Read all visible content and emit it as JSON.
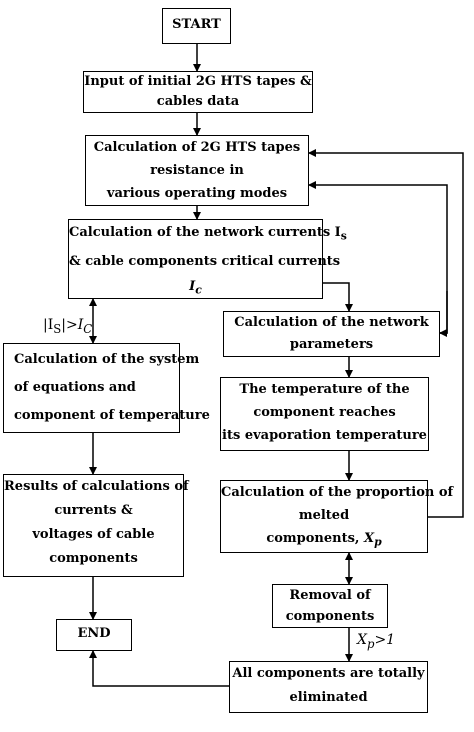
{
  "nodes": {
    "start": [
      "START"
    ],
    "input": [
      "Input of initial 2G HTS tapes &",
      "cables data"
    ],
    "resistance": [
      "Calculation of 2G HTS tapes",
      "resistance in",
      "various operating modes"
    ],
    "network_currents": {
      "line1_text": "Calculation of the network currents I",
      "line1_sub": "s",
      "line2": "& cable components critical currents",
      "line3_main": "I",
      "line3_sub": "c"
    },
    "network_params": [
      "Calculation of the network",
      "parameters"
    ],
    "system": [
      "Calculation of the system",
      "of equations  and",
      "component of temperature"
    ],
    "temperature": [
      "The temperature of the",
      "component reaches",
      "its evaporation temperature"
    ],
    "results": [
      "Results of calculations of",
      "currents &",
      "voltages of cable",
      "components"
    ],
    "proportion": {
      "line1": "Calculation of the proportion of",
      "line2": "melted",
      "line3_text": "components, ",
      "line3_var": "X",
      "line3_sub": "p"
    },
    "removal": [
      "Removal of",
      "components"
    ],
    "end": [
      "END"
    ],
    "eliminated": [
      "All components are totally",
      "eliminated"
    ]
  },
  "labels": {
    "cond_left": {
      "open": "|I",
      "sub1": "S",
      "mid": "|>I",
      "sub2": "C"
    },
    "cond_right": {
      "var": "X",
      "sub": "p",
      "rest": ">1"
    }
  }
}
